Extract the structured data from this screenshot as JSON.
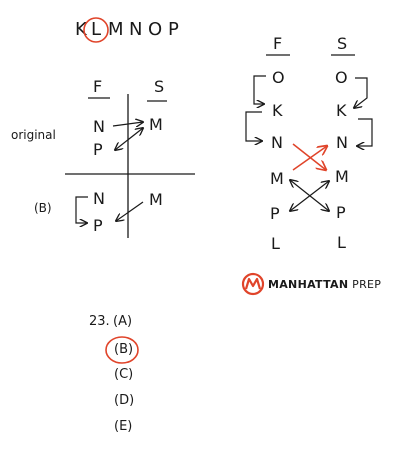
{
  "sequence": [
    "K",
    "L",
    "M",
    "N",
    "O",
    "P"
  ],
  "colors": {
    "accent": "#e0442a",
    "ink": "#1a1a1a"
  },
  "left_diagram": {
    "headers": {
      "first": "F",
      "second": "S"
    },
    "original": {
      "label": "original",
      "f": [
        "N",
        "P"
      ],
      "s": [
        "M"
      ]
    },
    "option_b": {
      "label": "(B)",
      "f": [
        "N",
        "P"
      ],
      "s": [
        "M"
      ]
    }
  },
  "right_diagram": {
    "headers": {
      "first": "F",
      "second": "S"
    },
    "f_column": [
      "O",
      "K",
      "N",
      "M",
      "P",
      "L"
    ],
    "s_column": [
      "O",
      "K",
      "N",
      "M",
      "P",
      "L"
    ]
  },
  "logo": {
    "icon": "manhattan-prep-m-logo",
    "bold": "MANHATTAN",
    "light": "PREP"
  },
  "answers": {
    "question_number": "23.",
    "options": [
      "(A)",
      "(B)",
      "(C)",
      "(D)",
      "(E)"
    ],
    "circled": "(B)"
  }
}
